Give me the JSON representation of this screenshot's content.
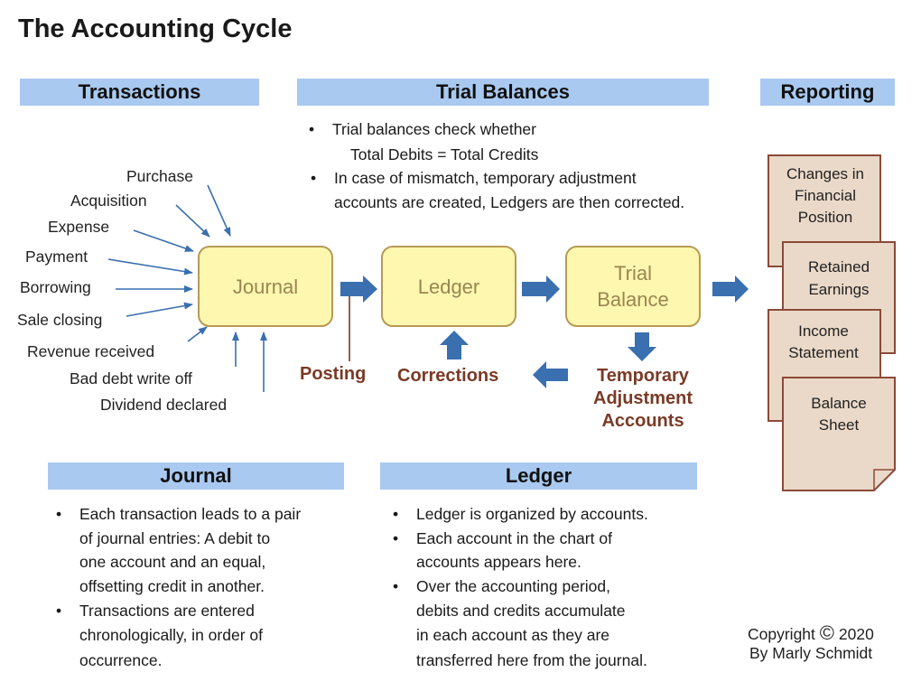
{
  "title": "The Accounting Cycle",
  "headers": {
    "transactions": "Transactions",
    "trial_balances": "Trial Balances",
    "reporting": "Reporting",
    "journal": "Journal",
    "ledger": "Ledger"
  },
  "trial_balances_notes": {
    "line1": "Trial balances check whether",
    "line2": "Total Debits = Total Credits",
    "line3": "In case of mismatch, temporary adjustment",
    "line4": "accounts are created, Ledgers are then corrected."
  },
  "transactions": [
    "Purchase",
    "Acquisition",
    "Expense",
    "Payment",
    "Borrowing",
    "Sale closing",
    "Revenue received",
    "Bad debt write off",
    "Dividend declared"
  ],
  "nodes": {
    "journal": "Journal",
    "ledger": "Ledger",
    "trial_balance_1": "Trial",
    "trial_balance_2": "Balance"
  },
  "flow_labels": {
    "posting": "Posting",
    "corrections": "Corrections",
    "temporary_1": "Temporary",
    "temporary_2": "Adjustment",
    "temporary_3": "Accounts"
  },
  "reports": {
    "changes_1": "Changes in",
    "changes_2": "Financial",
    "changes_3": "Position",
    "retained_1": "Retained",
    "retained_2": "Earnings",
    "income_1": "Income",
    "income_2": "Statement",
    "balance_1": "Balance",
    "balance_2": "Sheet"
  },
  "journal_notes": {
    "l1": "Each transaction leads to a pair",
    "l2": "of journal entries: A debit to",
    "l3": "one account and an equal,",
    "l4": "offsetting credit in another.",
    "l5": "Transactions are entered",
    "l6": "chronologically, in order of",
    "l7": "occurrence."
  },
  "ledger_notes": {
    "l1": "Ledger is organized by accounts.",
    "l2": "Each account in the chart of",
    "l3": "accounts appears here.",
    "l4": "Over the accounting period,",
    "l5": "debits and credits accumulate",
    "l6": "in each account as they are",
    "l7": "transferred here from the journal."
  },
  "copyright": {
    "line1_prefix": "Copyright",
    "symbol": "©",
    "year": "2020",
    "line2": "By Marly Schmidt"
  },
  "colors": {
    "header_bg": "#a9c9f0",
    "node_fill": "#fdf7b0",
    "node_border": "#b79a56",
    "arrow_blue": "#3a6fb0",
    "label_brown": "#7a3a26",
    "doc_fill": "#ead9c8",
    "doc_border": "#8b4a37"
  }
}
